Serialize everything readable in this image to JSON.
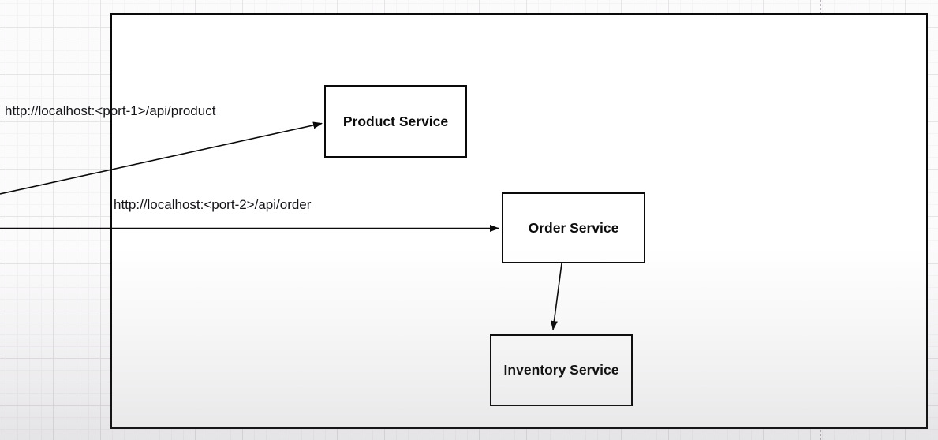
{
  "diagram": {
    "type": "microservices-architecture",
    "nodes": [
      {
        "id": "product-service",
        "label": "Product Service"
      },
      {
        "id": "order-service",
        "label": "Order Service"
      },
      {
        "id": "inventory-service",
        "label": "Inventory Service"
      }
    ],
    "edges": [
      {
        "from": "client",
        "to": "product-service",
        "label": "http://localhost:<port-1>/api/product"
      },
      {
        "from": "client",
        "to": "order-service",
        "label": "http://localhost:<port-2>/api/order"
      },
      {
        "from": "order-service",
        "to": "inventory-service",
        "label": ""
      }
    ],
    "colors": {
      "stroke": "#0a0a0a",
      "node_fill": "#ffffff",
      "text": "#141418",
      "canvas_background": "#fcfbfc",
      "grid_minor": "#f5f3f5",
      "grid_major": "#e6e4e6",
      "page_divider": "#b8b5b8"
    }
  }
}
